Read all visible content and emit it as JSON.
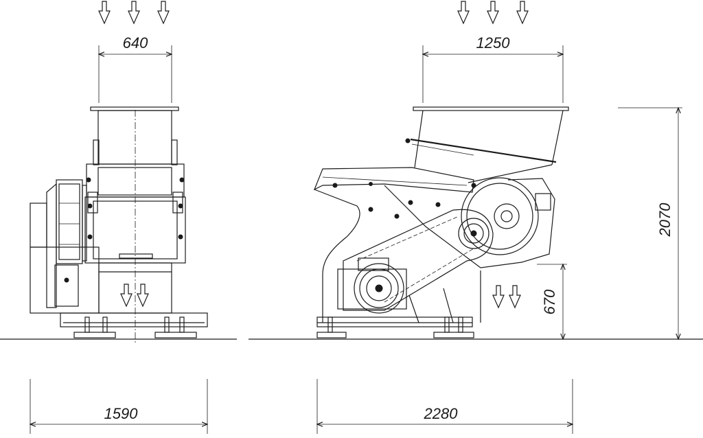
{
  "dimensions": {
    "front_inlet_width": "640",
    "front_overall_width": "1590",
    "side_inlet_width": "1250",
    "side_overall_length": "2280",
    "overall_height": "2070",
    "outlet_height": "670"
  },
  "colors": {
    "line": "#1a1a1a",
    "background": "#ffffff"
  },
  "icons": {
    "flow_arrow": "hollow-down-arrow"
  }
}
